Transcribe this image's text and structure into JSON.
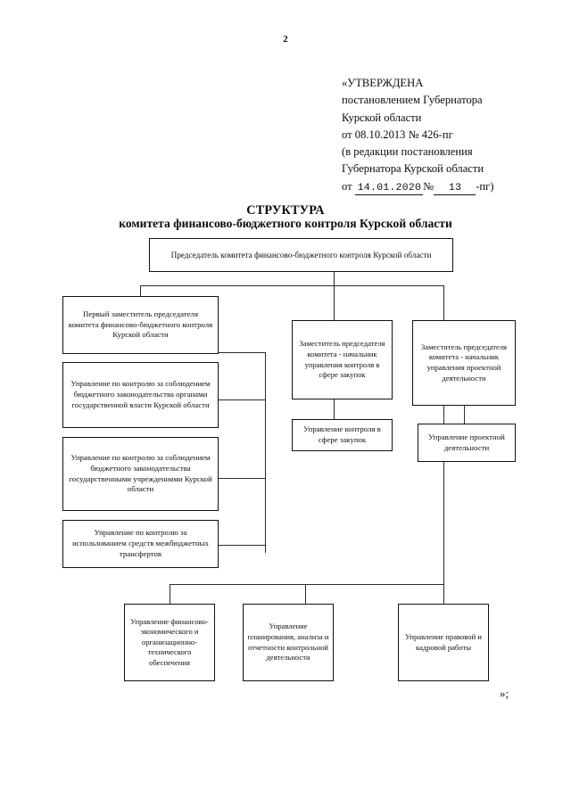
{
  "page": {
    "number": "2",
    "closing_mark": "»;"
  },
  "approval": {
    "line1": "«УТВЕРЖДЕНА",
    "line2": "постановлением Губернатора",
    "line3": "Курской области",
    "line4": "от 08.10.2013 № 426-пг",
    "line5": "(в редакции постановления",
    "line6": "Губернатора Курской области",
    "line7_prefix": "от",
    "line7_date": "14.01.2020",
    "line7_no": "№",
    "line7_number": "13",
    "line7_suffix": "-пг)"
  },
  "title": {
    "main": "СТРУКТУРА",
    "sub": "комитета финансово-бюджетного контроля Курской области"
  },
  "chart_data": {
    "type": "diagram",
    "title": "СТРУКТУРА комитета финансово-бюджетного контроля Курской области",
    "nodes": [
      {
        "id": "root",
        "label": "Председатель комитета финансово-бюджетного контроля Курской области",
        "level": 0
      },
      {
        "id": "first-deputy",
        "label": "Первый заместитель председателя комитета финансово-бюджетного контроля Курской области",
        "level": 1
      },
      {
        "id": "deputy-procurement",
        "label": "Заместитель председателя комитета - начальник управления контроля в сфере закупок",
        "level": 1
      },
      {
        "id": "deputy-project",
        "label": "Заместитель председателя комитета - начальник управления проектной деятельности",
        "level": 1
      },
      {
        "id": "dept-budget-authorities",
        "label": "Управление по контролю за соблюдением бюджетного законодательства органами государственной власти Курской области",
        "level": 2
      },
      {
        "id": "dept-budget-institutions",
        "label": "Управление по контролю за соблюдением бюджетного законодательства государственными учреждениями Курской области",
        "level": 2
      },
      {
        "id": "dept-transfers",
        "label": "Управление по контролю за использованием средств межбюджетных трансфертов",
        "level": 2
      },
      {
        "id": "dept-procurement-control",
        "label": "Управление контроля в сфере закупок",
        "level": 2
      },
      {
        "id": "dept-project-activity",
        "label": "Управление проектной деятельности",
        "level": 2
      },
      {
        "id": "dept-finance-economic",
        "label": "Управление финансово-экономического и организационно-технического обеспечения",
        "level": 2
      },
      {
        "id": "dept-planning",
        "label": "Управление планирования, анализа и отчетности контрольной деятельности",
        "level": 2
      },
      {
        "id": "dept-legal-hr",
        "label": "Управление правовой и кадровой работы",
        "level": 2
      }
    ],
    "edges": [
      {
        "from": "root",
        "to": "first-deputy"
      },
      {
        "from": "root",
        "to": "deputy-procurement"
      },
      {
        "from": "root",
        "to": "deputy-project"
      },
      {
        "from": "first-deputy",
        "to": "dept-budget-authorities"
      },
      {
        "from": "first-deputy",
        "to": "dept-budget-institutions"
      },
      {
        "from": "first-deputy",
        "to": "dept-transfers"
      },
      {
        "from": "deputy-procurement",
        "to": "dept-procurement-control"
      },
      {
        "from": "deputy-project",
        "to": "dept-project-activity"
      },
      {
        "from": "root",
        "to": "dept-finance-economic"
      },
      {
        "from": "root",
        "to": "dept-planning"
      },
      {
        "from": "root",
        "to": "dept-legal-hr"
      }
    ]
  }
}
